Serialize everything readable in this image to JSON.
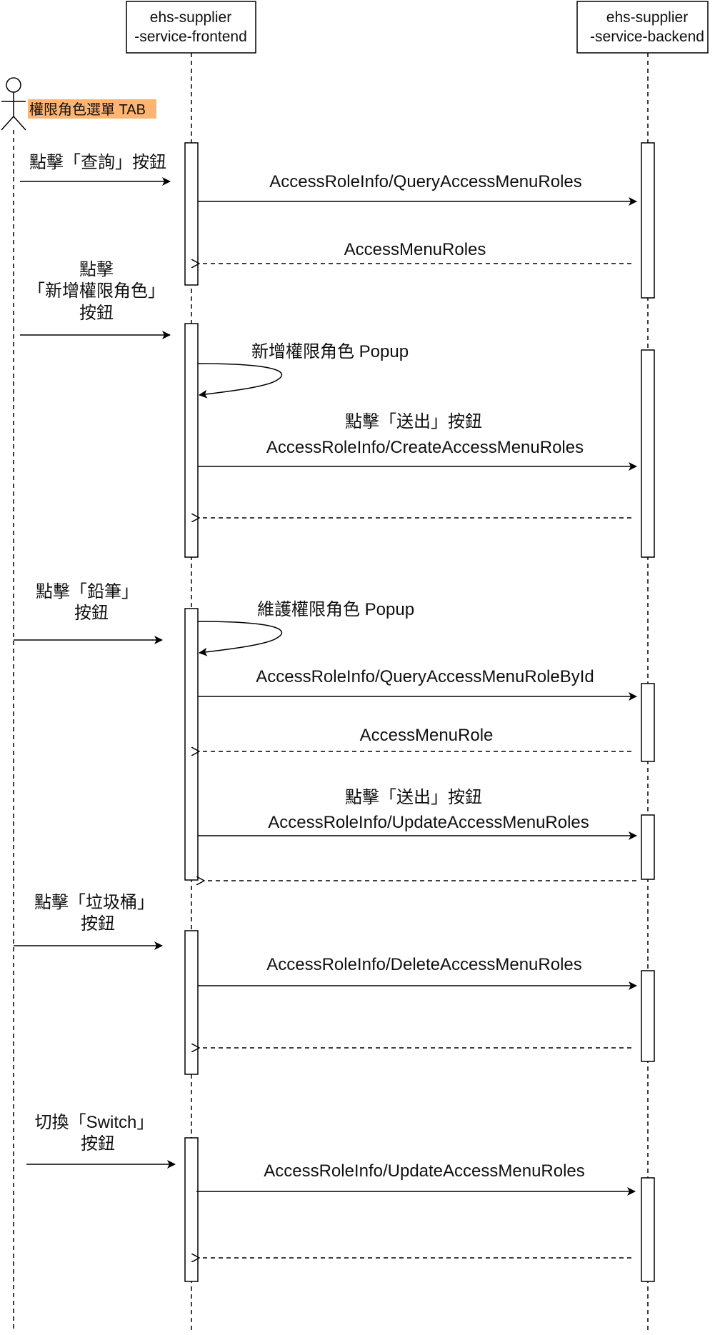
{
  "participants": {
    "frontend": {
      "line1": "ehs-supplier",
      "line2": "-service-frontend"
    },
    "backend": {
      "line1": "ehs-supplier",
      "line2": "-service-backend"
    }
  },
  "actor": {
    "label": "權限角色選單 TAB",
    "highlight_color": "#FFB570"
  },
  "user_actions": {
    "query": [
      "點擊「查詢」按鈕"
    ],
    "add": [
      "點擊",
      "「新增權限角色」",
      "按鈕"
    ],
    "edit": [
      "點擊「鉛筆」",
      "按鈕"
    ],
    "delete": [
      "點擊「垃圾桶」",
      "按鈕"
    ],
    "toggle": [
      "切換「Switch」",
      "按鈕"
    ]
  },
  "messages": {
    "query_request": "AccessRoleInfo/QueryAccessMenuRoles",
    "query_response": "AccessMenuRoles",
    "add_popup": "新增權限角色 Popup",
    "add_submit": "點擊「送出」按鈕",
    "add_request": "AccessRoleInfo/CreateAccessMenuRoles",
    "edit_popup": "維護權限角色 Popup",
    "edit_query_request": "AccessRoleInfo/QueryAccessMenuRoleById",
    "edit_query_response": "AccessMenuRole",
    "edit_submit": "點擊「送出」按鈕",
    "edit_request": "AccessRoleInfo/UpdateAccessMenuRoles",
    "delete_request": "AccessRoleInfo/DeleteAccessMenuRoles",
    "toggle_request": "AccessRoleInfo/UpdateAccessMenuRoles"
  }
}
